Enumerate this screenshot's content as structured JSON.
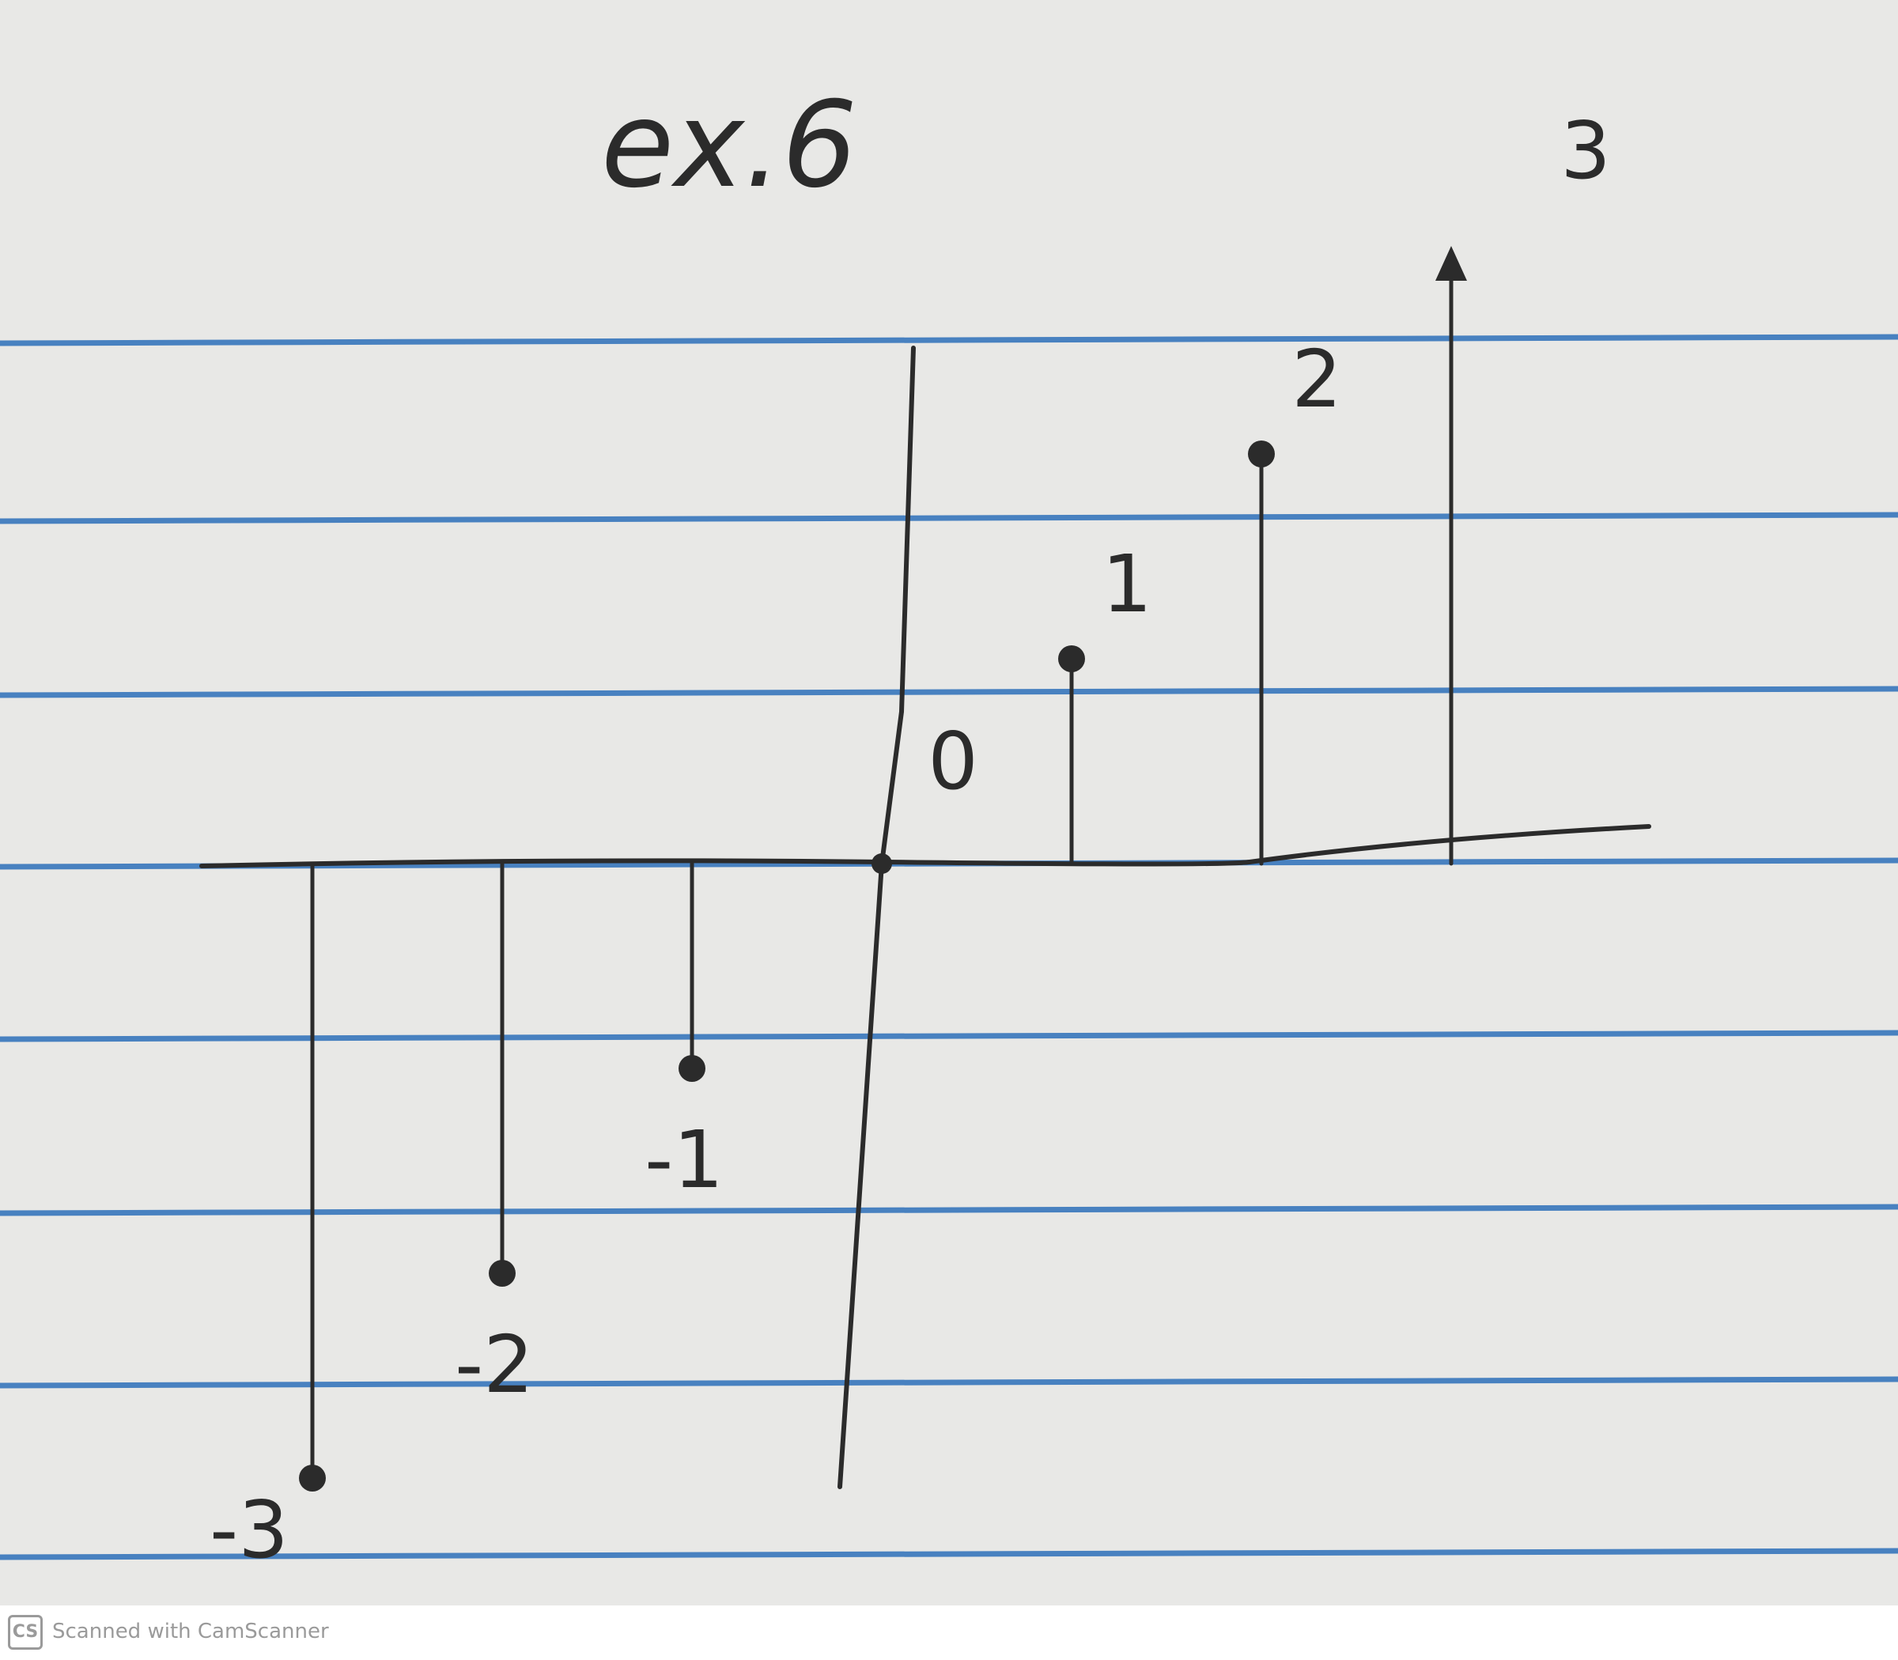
{
  "paper": {
    "background_color": "#e8e8e6",
    "rule_color": "#2b6fb8",
    "ink_color": "#2b2b2b"
  },
  "chart_data": {
    "type": "stem",
    "title": "ex.6",
    "x": [
      -3,
      -2,
      -1,
      0,
      1,
      2,
      3
    ],
    "values": [
      -3,
      -2,
      -1,
      0,
      1,
      2,
      3
    ],
    "value_labels": [
      "-3",
      "-2",
      "-1",
      "0",
      "1",
      "2",
      "3"
    ],
    "ylim": [
      -3,
      3
    ],
    "last_point_marker": "arrow",
    "grid": false
  },
  "footer": {
    "badge_text": "CS",
    "scanner_text": "Scanned with CamScanner"
  }
}
